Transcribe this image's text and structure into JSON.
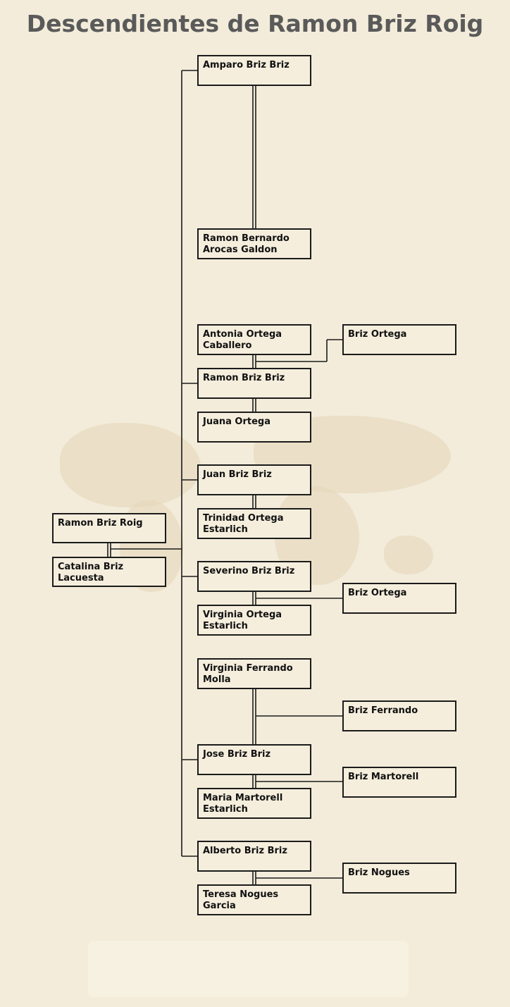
{
  "title": "Descendientes de Ramon Briz Roig",
  "people": {
    "root": "Ramon Briz Roig",
    "root_spouse": "Catalina Briz Lacuesta",
    "amparo": "Amparo Briz Briz",
    "ramon_bernardo": "Ramon Bernardo Arocas Galdon",
    "antonia": "Antonia Ortega Caballero",
    "briz_ortega_1": "Briz Ortega",
    "ramon_bb": "Ramon Briz Briz",
    "juana": "Juana Ortega",
    "juan": "Juan Briz Briz",
    "trinidad": "Trinidad Ortega Estarlich",
    "severino": "Severino Briz Briz",
    "briz_ortega_2": "Briz Ortega",
    "virginia_ortega": "Virginia Ortega Estarlich",
    "virginia_ferrando": "Virginia Ferrando Molla",
    "briz_ferrando": "Briz Ferrando",
    "jose": "Jose Briz Briz",
    "briz_martorell": "Briz Martorell",
    "maria": "Maria Martorell Estarlich",
    "alberto": "Alberto Briz Briz",
    "briz_nogues": "Briz Nogues",
    "teresa": "Teresa Nogues Garcia"
  }
}
